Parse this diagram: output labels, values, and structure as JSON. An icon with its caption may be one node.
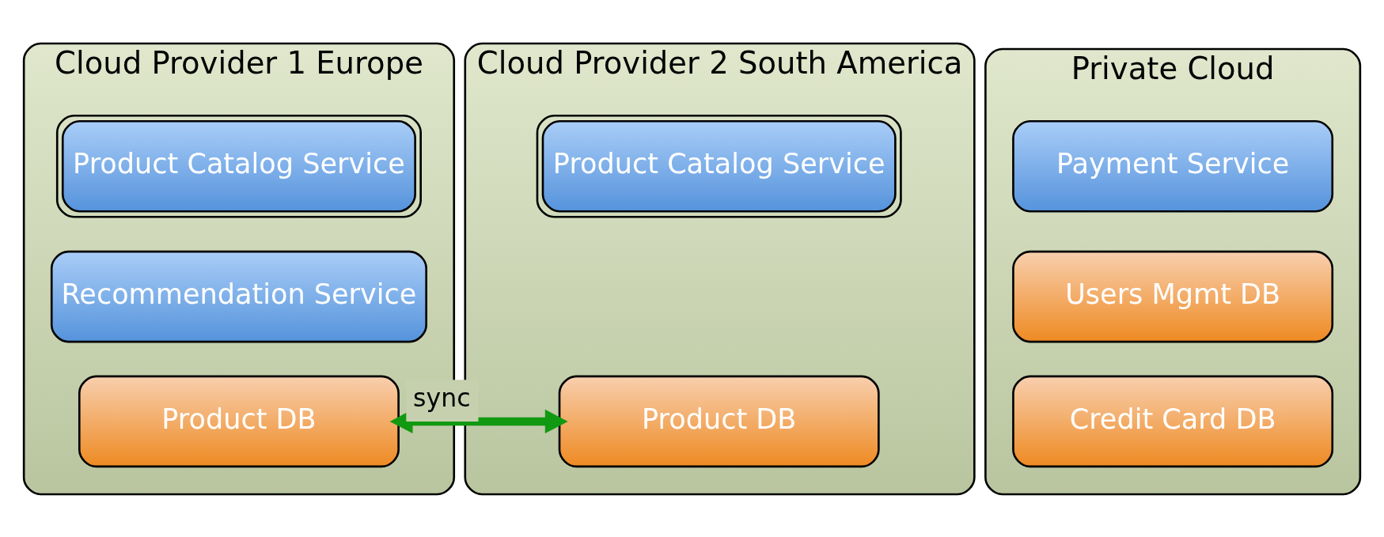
{
  "diagram": {
    "nodes": [
      {
        "text": [
          "Cloud Provider 1 Europe"
        ]
      },
      {
        "text": [
          "Product Catalog Service"
        ],
        "in": 0
      },
      {
        "text": [
          "Recommendation Service"
        ],
        "in": 0
      },
      {
        "text": [
          "Product DB"
        ],
        "in": 0
      },
      {
        "text": [
          "Cloud Provider 2 South America"
        ]
      },
      {
        "text": [
          "Product Catalog Service"
        ],
        "in": 4
      },
      {
        "text": [
          "Product DB"
        ],
        "in": 4
      },
      {
        "text": [
          "Private Cloud"
        ]
      },
      {
        "text": [
          "Payment Service"
        ],
        "in": 7
      },
      {
        "text": [
          "Users Mgmt DB"
        ],
        "in": 7
      },
      {
        "text": [
          "Credit Card DB"
        ],
        "in": 7
      }
    ],
    "edges": [
      {
        "from": 3,
        "to": 6,
        "arrow": "both",
        "label": "sync",
        "color": "#119911"
      }
    ]
  }
}
